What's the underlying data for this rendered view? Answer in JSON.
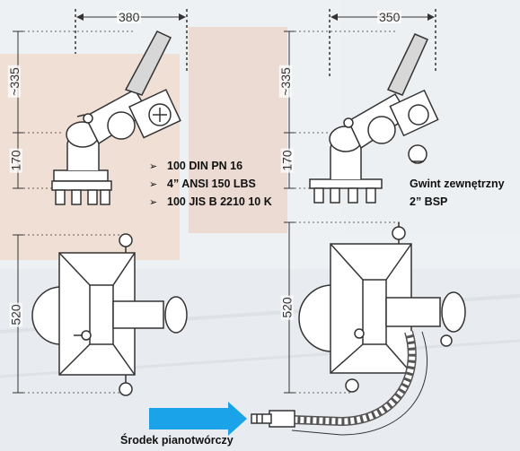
{
  "dimensions": {
    "top_left_width": "380",
    "top_right_width": "350",
    "left_height_upper": "~335",
    "left_height_lower": "170",
    "right_height_upper": "~335",
    "right_height_lower": "170",
    "left_plan_size": "520",
    "right_plan_size": "520"
  },
  "flange_specs": [
    "100 DIN PN 16",
    "4” ANSI 150 LBS",
    "100 JIS B 2210 10 K"
  ],
  "spec_bullet": "➢",
  "thread_note": {
    "line1": "Gwint zewnętrzny",
    "line2": "2” BSP"
  },
  "foam_inlet_label": "Środek pianotwórczy",
  "colors": {
    "arrow": "#1aa3e8",
    "line": "#333333",
    "background_tint": "#e7c9b6"
  }
}
